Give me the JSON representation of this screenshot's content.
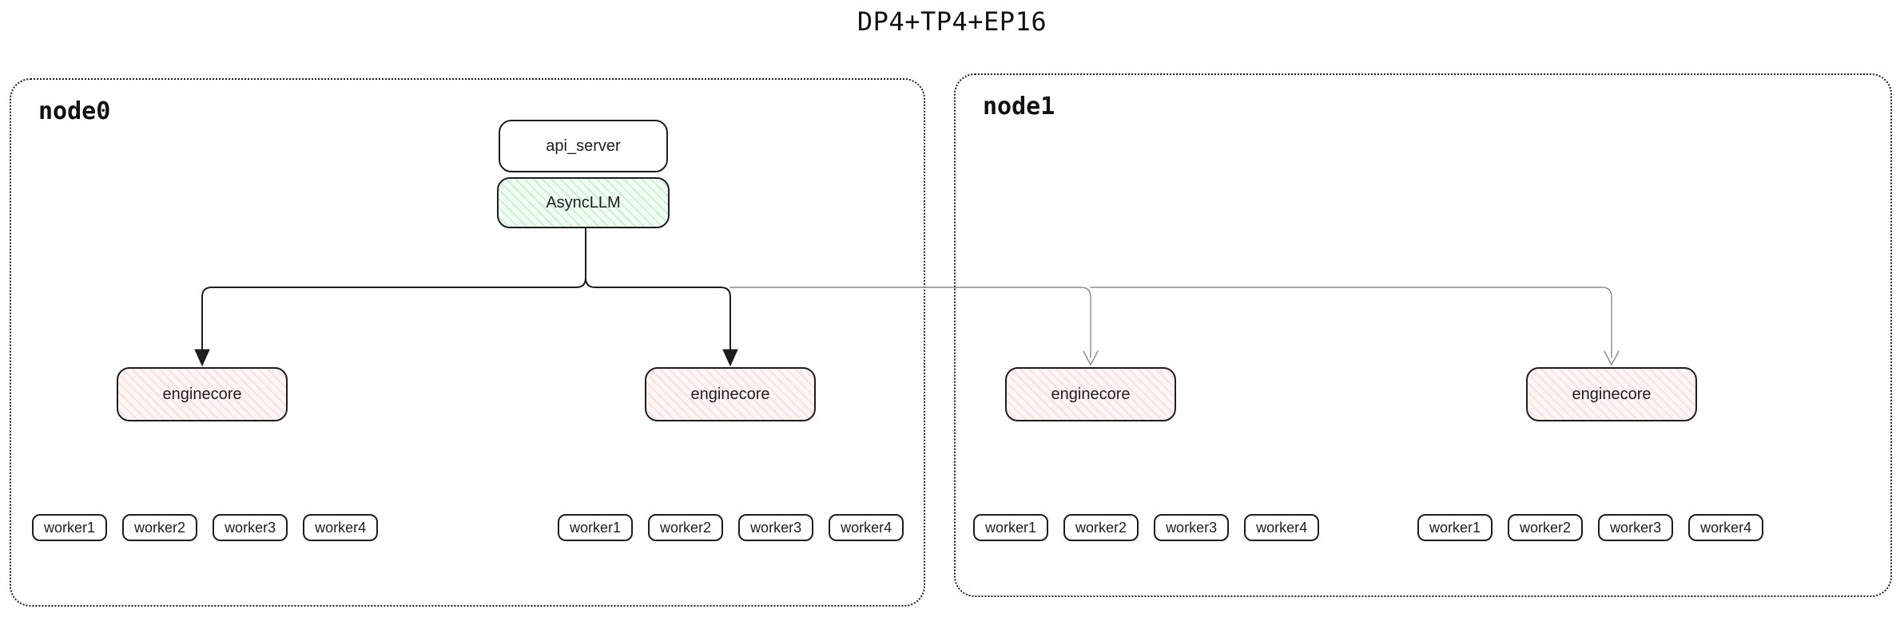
{
  "title": "DP4+TP4+EP16",
  "colors": {
    "line_dark": "#1e1e1e",
    "line_light": "#8a8a8a",
    "async_fill_hatch": "#c9f2d0",
    "engine_fill_hatch": "#ffdede",
    "border": "#1e1e1e"
  },
  "nodes": [
    {
      "label": "node0",
      "api_server_label": "api_server",
      "asyncllm_label": "AsyncLLM",
      "enginecores": [
        {
          "label": "enginecore",
          "workers": [
            "worker1",
            "worker2",
            "worker3",
            "worker4"
          ]
        },
        {
          "label": "enginecore",
          "workers": [
            "worker1",
            "worker2",
            "worker3",
            "worker4"
          ]
        }
      ]
    },
    {
      "label": "node1",
      "enginecores": [
        {
          "label": "enginecore",
          "workers": [
            "worker1",
            "worker2",
            "worker3",
            "worker4"
          ]
        },
        {
          "label": "enginecore",
          "workers": [
            "worker1",
            "worker2",
            "worker3",
            "worker4"
          ]
        }
      ]
    }
  ]
}
